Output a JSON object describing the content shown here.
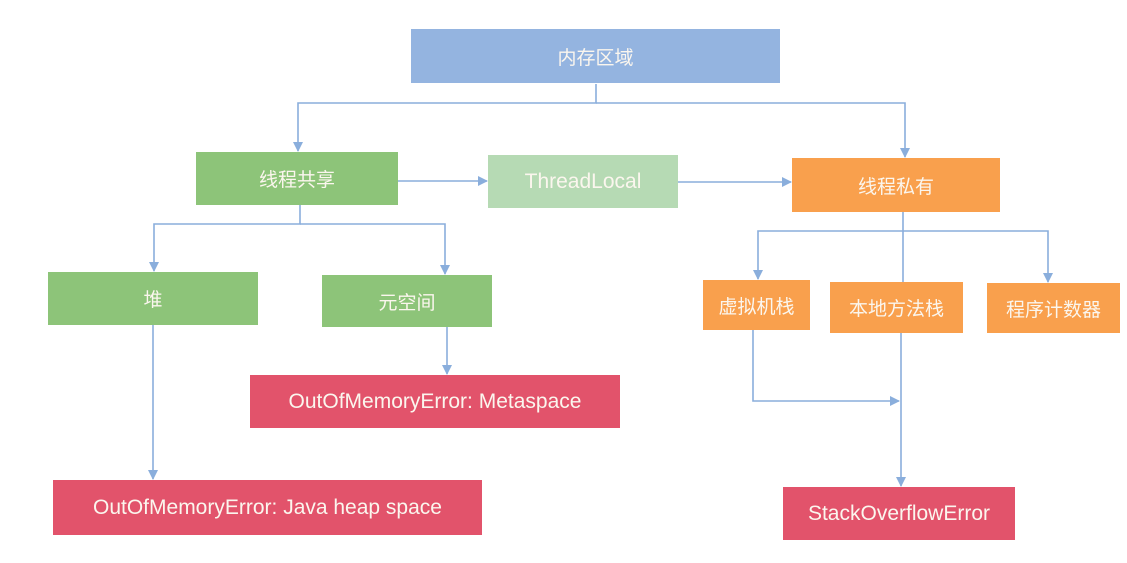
{
  "colors": {
    "root": "#94b4e0",
    "shared": "#8dc479",
    "threadlocal": "#b6dab4",
    "private": "#f9a04d",
    "error": "#e2536b",
    "connector": "#8aaedc",
    "text": "#fbf6ee"
  },
  "nodes": {
    "root": "内存区域",
    "shared": "线程共享",
    "threadlocal": "ThreadLocal",
    "private": "线程私有",
    "heap": "堆",
    "metaspace": "元空间",
    "vm_stack": "虚拟机栈",
    "native_stack": "本地方法栈",
    "pc_register": "程序计数器",
    "oom_metaspace": "OutOfMemoryError: Metaspace",
    "oom_heap": "OutOfMemoryError: Java heap space",
    "stack_overflow": "StackOverflowError"
  },
  "edges": [
    {
      "from": "root",
      "to": "shared"
    },
    {
      "from": "root",
      "to": "private"
    },
    {
      "from": "shared",
      "to": "threadlocal"
    },
    {
      "from": "threadlocal",
      "to": "private"
    },
    {
      "from": "shared",
      "to": "heap"
    },
    {
      "from": "shared",
      "to": "metaspace"
    },
    {
      "from": "private",
      "to": "vm_stack"
    },
    {
      "from": "private",
      "to": "native_stack"
    },
    {
      "from": "private",
      "to": "pc_register"
    },
    {
      "from": "metaspace",
      "to": "oom_metaspace"
    },
    {
      "from": "heap",
      "to": "oom_heap"
    },
    {
      "from": "vm_stack",
      "to": "stack_overflow"
    },
    {
      "from": "native_stack",
      "to": "stack_overflow"
    }
  ]
}
